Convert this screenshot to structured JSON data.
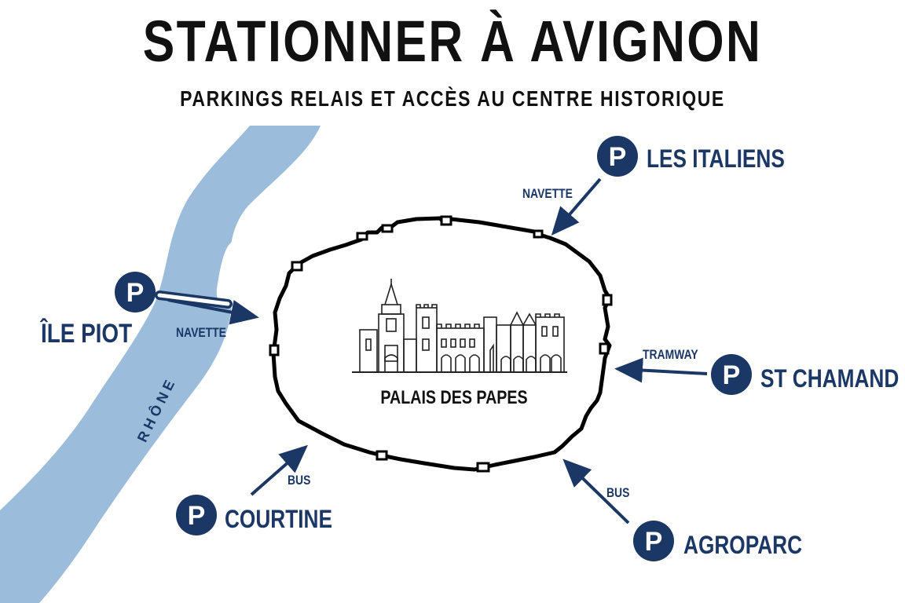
{
  "header": {
    "title": "STATIONNER À AVIGNON",
    "subtitle": "PARKINGS RELAIS ET ACCÈS AU CENTRE HISTORIQUE"
  },
  "river": {
    "name": "RHÔNE",
    "color": "#9bbcdb"
  },
  "center": {
    "name": "PALAIS DES PAPES"
  },
  "colors": {
    "navy": "#1b3766",
    "wall": "#000000"
  },
  "parking_symbol": "P",
  "parkings": [
    {
      "id": "les-italiens",
      "name": "LES ITALIENS",
      "mode": "NAVETTE"
    },
    {
      "id": "ile-piot",
      "name": "ÎLE PIOT",
      "mode": "NAVETTE"
    },
    {
      "id": "st-chamand",
      "name": "ST CHAMAND",
      "mode": "TRAMWAY"
    },
    {
      "id": "courtine",
      "name": "COURTINE",
      "mode": "BUS"
    },
    {
      "id": "agroparc",
      "name": "AGROPARC",
      "mode": "BUS"
    }
  ]
}
